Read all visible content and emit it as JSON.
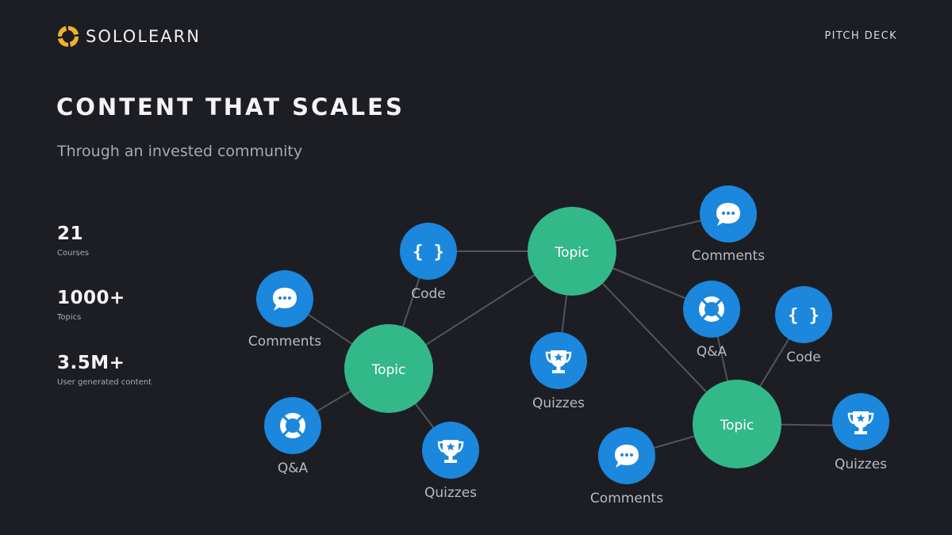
{
  "header": {
    "brand": "SOLOLEARN",
    "deck_label": "PITCH DECK",
    "logo_icon": "sololearn-logo-icon"
  },
  "page": {
    "title": "CONTENT THAT SCALES",
    "subtitle": "Through an invested community"
  },
  "stats": [
    {
      "value": "21",
      "label": "Courses"
    },
    {
      "value": "1000+",
      "label": "Topics"
    },
    {
      "value": "3.5M+",
      "label": "User generated content"
    }
  ],
  "colors": {
    "background": "#1d1e24",
    "topic": "#33b88a",
    "resource": "#1b87dd",
    "edge": "#54555c",
    "logo": "#f3b12b"
  },
  "diagram": {
    "topics": [
      {
        "id": "t1",
        "label": "Topic"
      },
      {
        "id": "t2",
        "label": "Topic"
      },
      {
        "id": "t3",
        "label": "Topic"
      }
    ],
    "resources": [
      {
        "id": "r1",
        "label": "Code",
        "icon": "code-braces-icon"
      },
      {
        "id": "r2",
        "label": "Comments",
        "icon": "chat-bubble-icon"
      },
      {
        "id": "r3",
        "label": "Comments",
        "icon": "chat-bubble-icon"
      },
      {
        "id": "r4",
        "label": "Q&A",
        "icon": "lifebuoy-icon"
      },
      {
        "id": "r5",
        "label": "Quizzes",
        "icon": "trophy-icon"
      },
      {
        "id": "r6",
        "label": "Q&A",
        "icon": "lifebuoy-icon"
      },
      {
        "id": "r7",
        "label": "Quizzes",
        "icon": "trophy-icon"
      },
      {
        "id": "r8",
        "label": "Code",
        "icon": "code-braces-icon"
      },
      {
        "id": "r9",
        "label": "Comments",
        "icon": "chat-bubble-icon"
      },
      {
        "id": "r10",
        "label": "Quizzes",
        "icon": "trophy-icon"
      }
    ]
  }
}
